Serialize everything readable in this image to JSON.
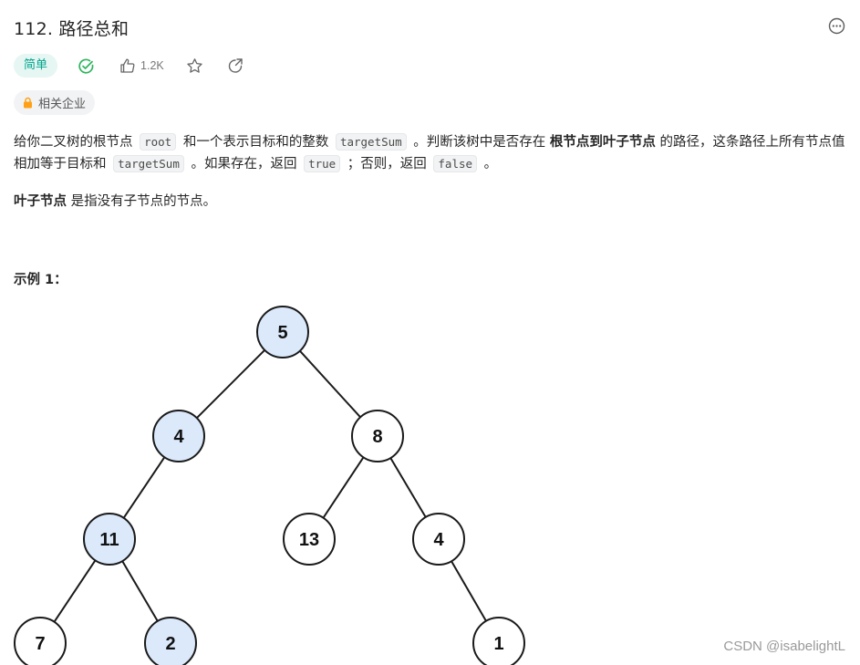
{
  "problem": {
    "title": "112. 路径总和",
    "difficulty": "简单",
    "likes": "1.2K",
    "company_tag": "相关企业"
  },
  "description": {
    "p1": {
      "t1": "给你二叉树的根节点",
      "c1": "root",
      "t2": "和一个表示目标和的整数",
      "c2": "targetSum",
      "t3": "。判断该树中是否存在",
      "b1": "根节点到叶子节点",
      "t4": "的路径，这条路径上所有节点值相加等于目标和",
      "c3": "targetSum",
      "t5": "。如果存在，返回",
      "c4": "true",
      "t6": "；否则，返回",
      "c5": "false",
      "t7": "。"
    },
    "p2": {
      "b1": "叶子节点",
      "t1": "是指没有子节点的节点。"
    }
  },
  "example": {
    "title": "示例 1："
  },
  "tree": {
    "nodes": [
      {
        "id": "n5",
        "label": "5",
        "highlight": true
      },
      {
        "id": "n4a",
        "label": "4",
        "highlight": true
      },
      {
        "id": "n8",
        "label": "8",
        "highlight": false
      },
      {
        "id": "n11",
        "label": "11",
        "highlight": true
      },
      {
        "id": "n13",
        "label": "13",
        "highlight": false
      },
      {
        "id": "n4b",
        "label": "4",
        "highlight": false
      },
      {
        "id": "n7",
        "label": "7",
        "highlight": false
      },
      {
        "id": "n2",
        "label": "2",
        "highlight": true
      },
      {
        "id": "n1",
        "label": "1",
        "highlight": false
      }
    ],
    "edges": [
      [
        "n5",
        "n4a"
      ],
      [
        "n5",
        "n8"
      ],
      [
        "n4a",
        "n11"
      ],
      [
        "n8",
        "n13"
      ],
      [
        "n8",
        "n4b"
      ],
      [
        "n11",
        "n7"
      ],
      [
        "n11",
        "n2"
      ],
      [
        "n4b",
        "n1"
      ]
    ],
    "colors": {
      "highlight": "#dbe9fb",
      "normal": "#ffffff",
      "stroke": "#1a1a1a"
    }
  },
  "watermark": "CSDN @isabelightL",
  "colors": {
    "easy_bg": "#e6f6f2",
    "easy_text": "#00a48d",
    "solved": "#2db55d",
    "lock": "#ffa116"
  }
}
